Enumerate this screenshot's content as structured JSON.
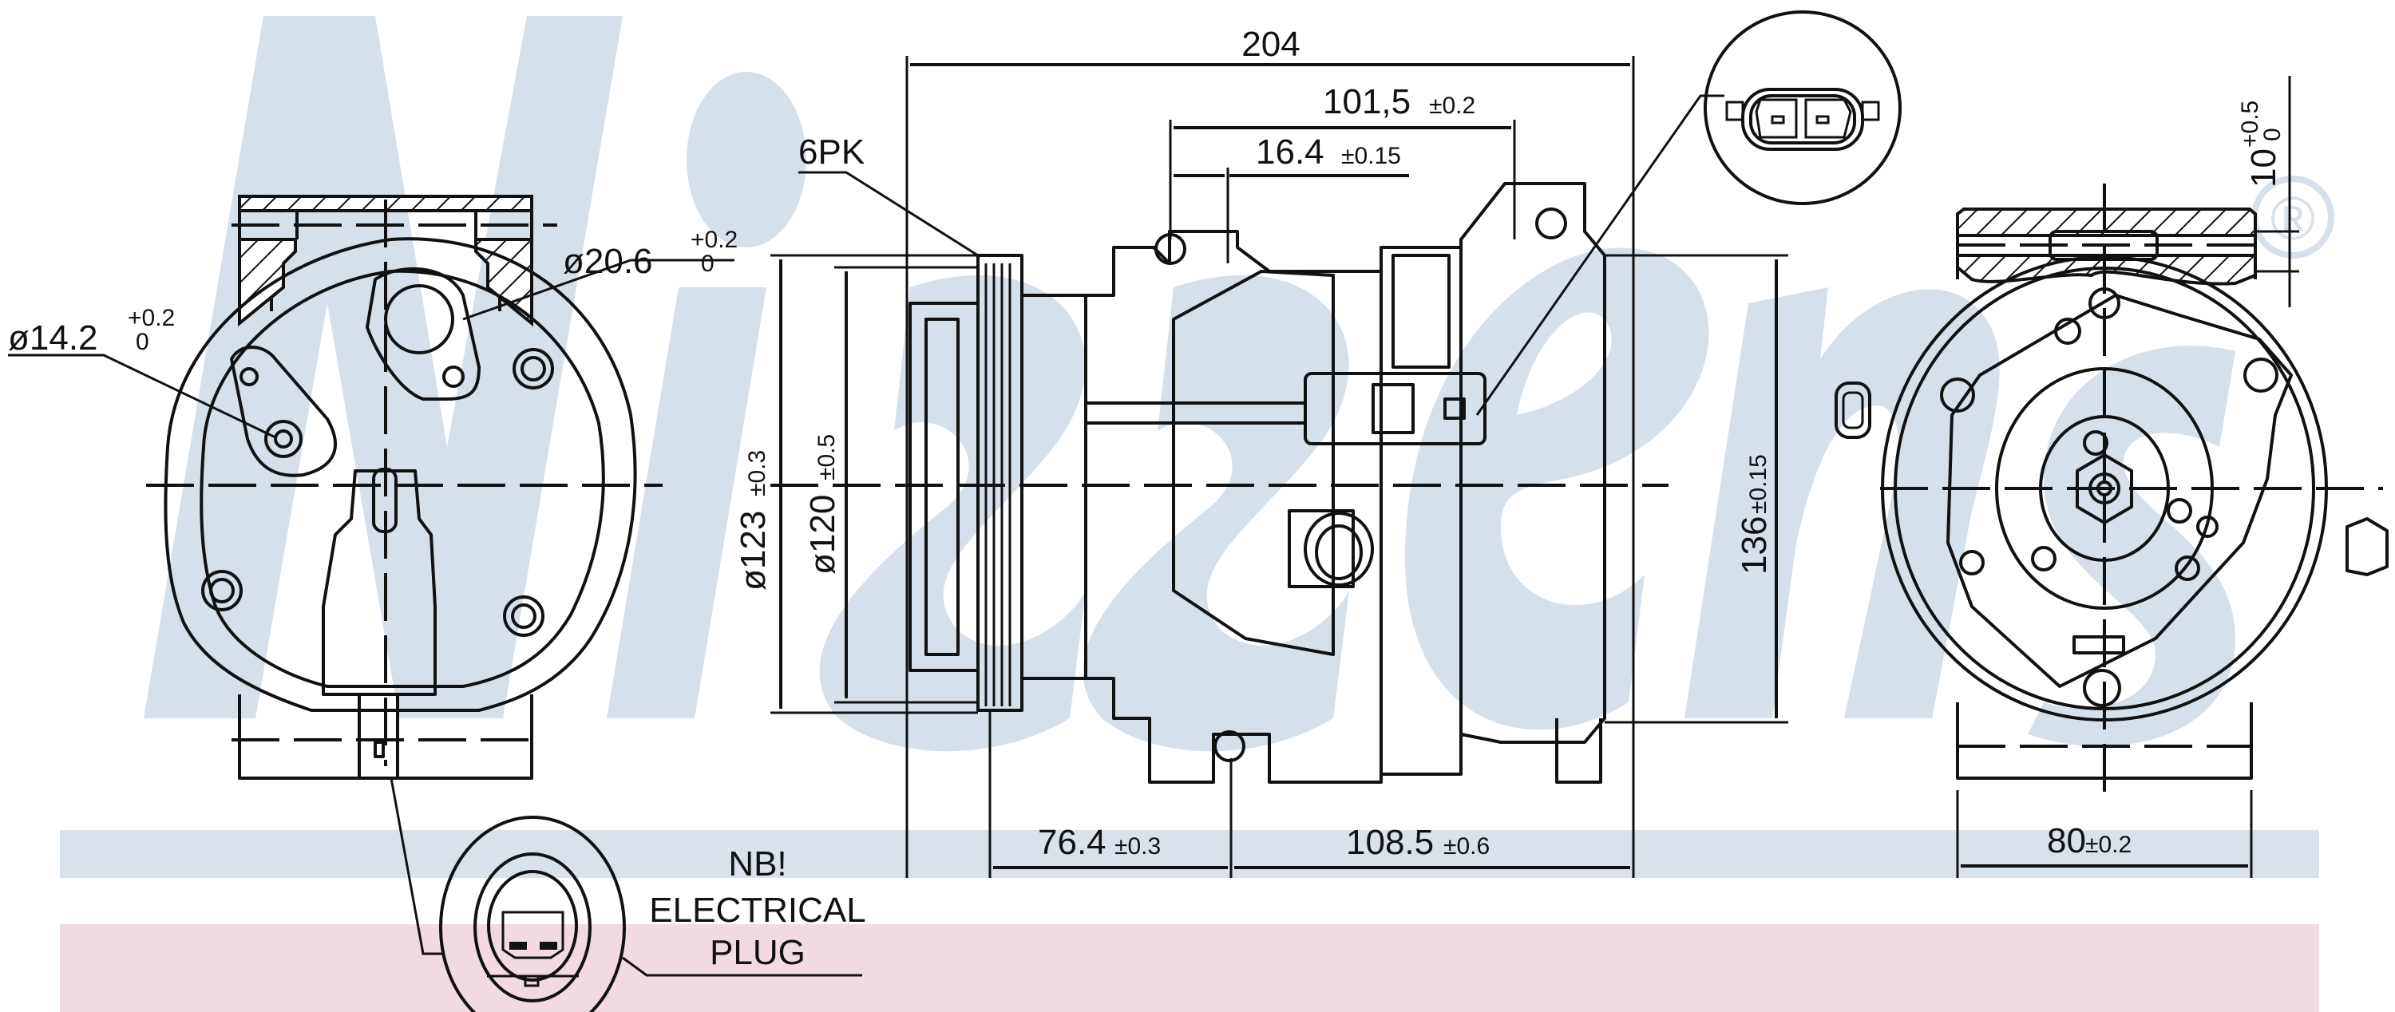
{
  "drawing": {
    "title": "A/C compressor dimensional drawing",
    "brand_watermark": "Nissens",
    "registered_mark": "®",
    "colors": {
      "watermark": "#d6e0ea",
      "band_blue": "#d9e2ea",
      "band_pink": "#f1dbe0",
      "line": "#111111"
    }
  },
  "front_view": {
    "suction_port": {
      "label": "ø14.2",
      "tol_upper": "+0.2",
      "tol_lower": "0"
    },
    "discharge_port": {
      "label": "ø20.6",
      "tol_upper": "+0.2",
      "tol_lower": "0"
    }
  },
  "side_view": {
    "overall_length": "204",
    "mount_spacing": {
      "value": "101,5",
      "tol": "±0.2"
    },
    "mount_offset": {
      "value": "16.4",
      "tol": "±0.15"
    },
    "belt": "6PK",
    "pulley_outer": {
      "value": "ø123",
      "tol": "±0.3"
    },
    "pulley_groove": {
      "value": "ø120",
      "tol": "±0.5"
    },
    "height": {
      "value": "136",
      "tol": "±0.15"
    },
    "pulley_to_mount": {
      "value": "76.4",
      "tol": "±0.3"
    },
    "mount_to_rear": {
      "value": "108.5",
      "tol": "±0.6"
    }
  },
  "rear_view": {
    "mount_hole": {
      "value": "10",
      "tol_upper": "+0.5",
      "tol_lower": "0"
    },
    "mount_width": {
      "value": "80",
      "tol": "±0.2"
    }
  },
  "note": {
    "line1": "NB!",
    "line2": "ELECTRICAL",
    "line3": "PLUG"
  }
}
